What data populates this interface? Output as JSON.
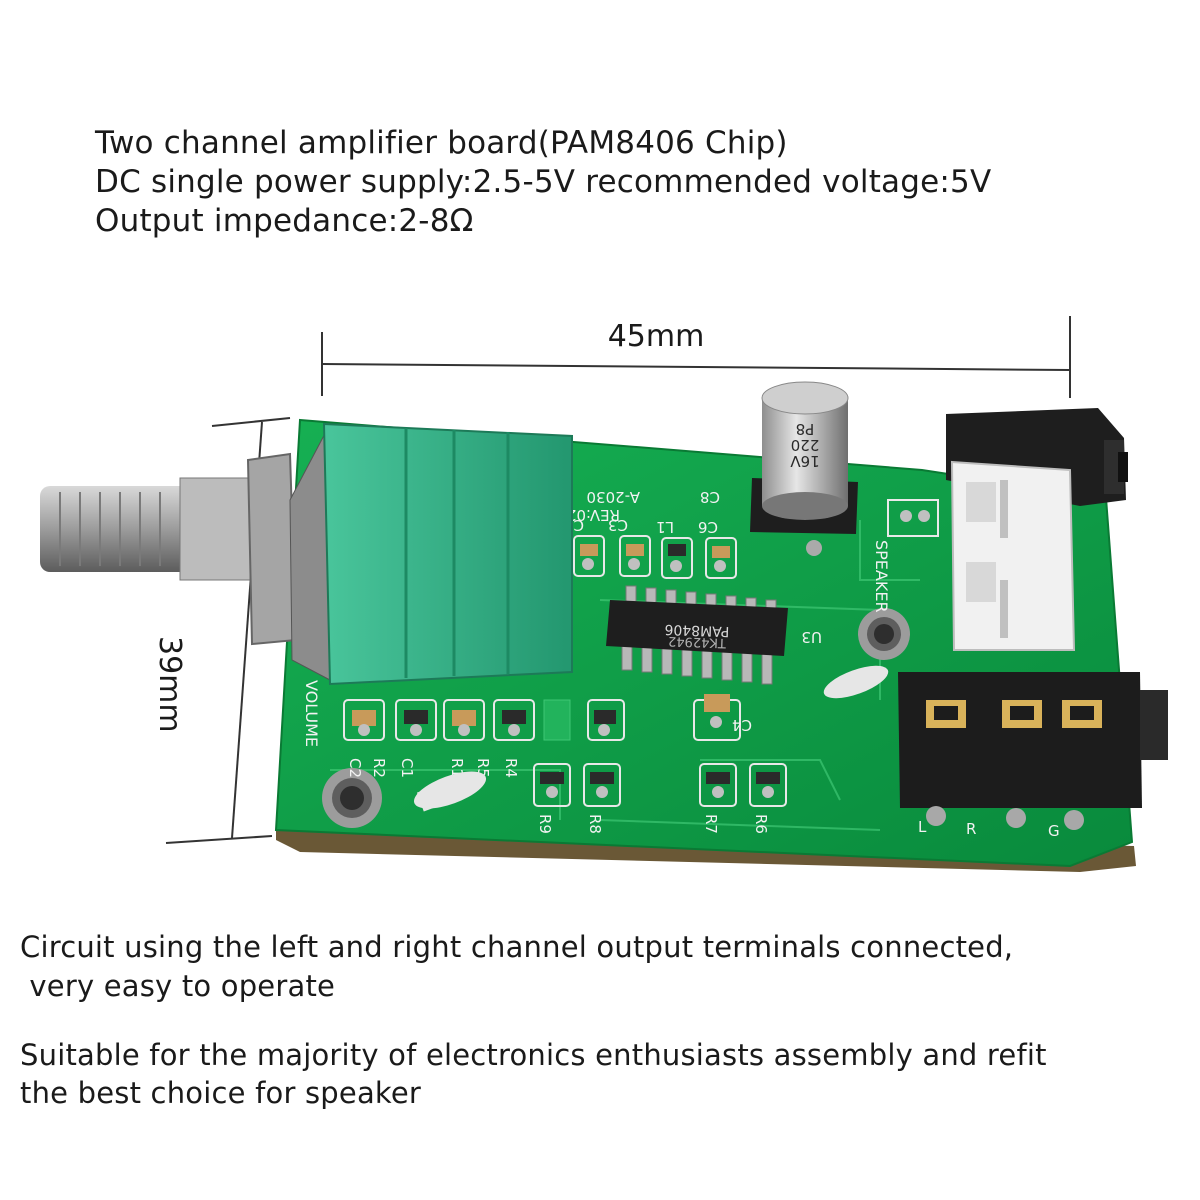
{
  "specs": {
    "line1": "Two channel amplifier board(PAM8406 Chip)",
    "line2": "DC single power supply:2.5-5V recommended voltage:5V",
    "line3": "Output impedance:2-8Ω"
  },
  "dimensions": {
    "width_label": "45mm",
    "height_label": "39mm"
  },
  "board": {
    "chip_label": "PAM8406",
    "chip_code": "TK42942",
    "model": "A-2030",
    "rev": "REV:02",
    "capacitor_value": "220",
    "capacitor_voltage": "16V",
    "capacitor_brand": "P8",
    "volume_label": "VOLUME",
    "speaker_label": "SPEAKER",
    "u3_label": "U3",
    "c4_label": "C4",
    "c8_label": "C8",
    "c5_label": "C5",
    "c3_label": "C3",
    "l1_label": "L1",
    "c6_label": "C6",
    "r_labels": [
      "C2",
      "R2",
      "C1",
      "R1",
      "R5",
      "R4"
    ],
    "r_bottom": [
      "R9",
      "R8",
      "R7",
      "R6"
    ],
    "lr_labels": [
      "L",
      "R",
      "G"
    ]
  },
  "descriptions": {
    "para1_line1": "Circuit using the left and right channel output terminals connected,",
    "para1_line2": " very easy to operate",
    "para2_line1": "Suitable for the majority of electronics enthusiasts assembly and refit",
    "para2_line2": "the best choice for speaker"
  },
  "colors": {
    "pcb": "#0d9a45",
    "pcb_dark": "#077a33",
    "pot_green": "#2fae86",
    "text": "#1a1a1a"
  }
}
